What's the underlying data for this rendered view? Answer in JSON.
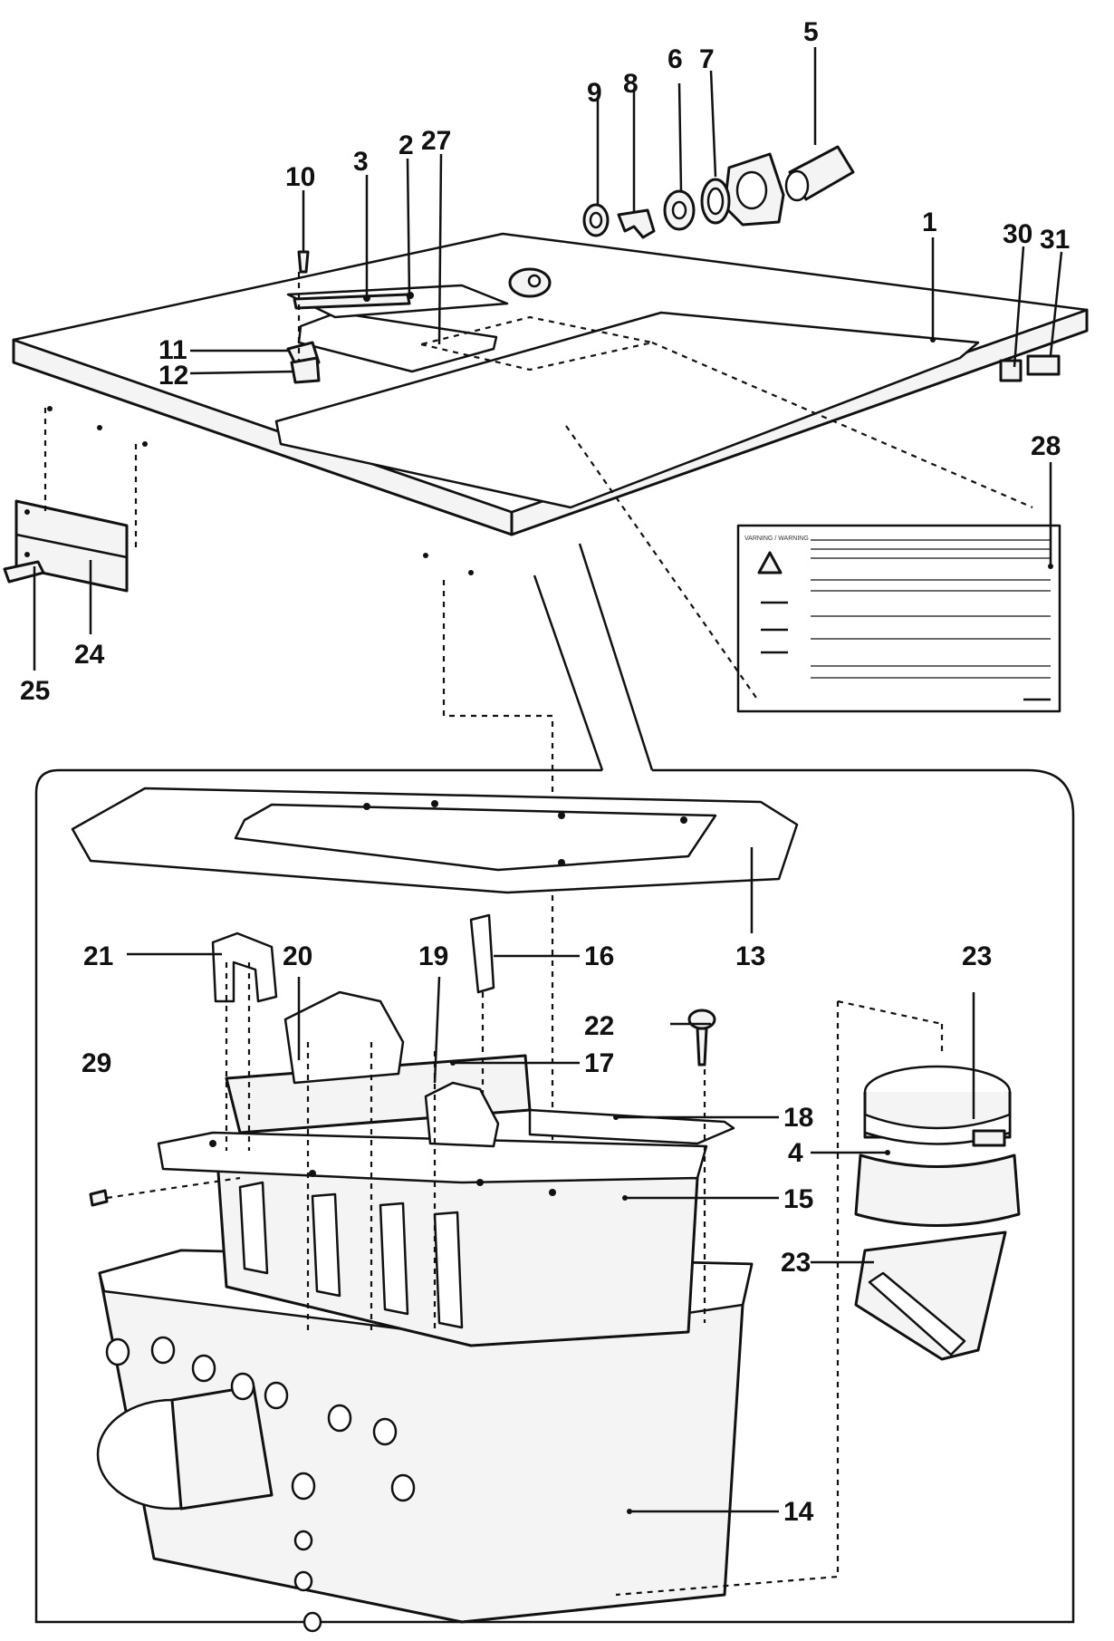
{
  "diagram": {
    "callouts": [
      {
        "id": "c1",
        "label": "1"
      },
      {
        "id": "c2",
        "label": "2"
      },
      {
        "id": "c3",
        "label": "3"
      },
      {
        "id": "c4",
        "label": "4"
      },
      {
        "id": "c5",
        "label": "5"
      },
      {
        "id": "c6",
        "label": "6"
      },
      {
        "id": "c7",
        "label": "7"
      },
      {
        "id": "c8",
        "label": "8"
      },
      {
        "id": "c9",
        "label": "9"
      },
      {
        "id": "c10",
        "label": "10"
      },
      {
        "id": "c11",
        "label": "11"
      },
      {
        "id": "c12",
        "label": "12"
      },
      {
        "id": "c13",
        "label": "13"
      },
      {
        "id": "c14",
        "label": "14"
      },
      {
        "id": "c15",
        "label": "15"
      },
      {
        "id": "c16",
        "label": "16"
      },
      {
        "id": "c17",
        "label": "17"
      },
      {
        "id": "c18",
        "label": "18"
      },
      {
        "id": "c19",
        "label": "19"
      },
      {
        "id": "c20",
        "label": "20"
      },
      {
        "id": "c21",
        "label": "21"
      },
      {
        "id": "c22",
        "label": "22"
      },
      {
        "id": "c23a",
        "label": "23"
      },
      {
        "id": "c23b",
        "label": "23"
      },
      {
        "id": "c24",
        "label": "24"
      },
      {
        "id": "c25",
        "label": "25"
      },
      {
        "id": "c27",
        "label": "27"
      },
      {
        "id": "c28",
        "label": "28"
      },
      {
        "id": "c29",
        "label": "29"
      },
      {
        "id": "c30",
        "label": "30"
      },
      {
        "id": "c31",
        "label": "31"
      }
    ],
    "warning_label": {
      "header": "VARNING / WARNING",
      "icon": "warning-triangle-icon"
    },
    "colors": {
      "line": "#111111",
      "fill": "#f4f4f4",
      "background": "#ffffff"
    }
  }
}
